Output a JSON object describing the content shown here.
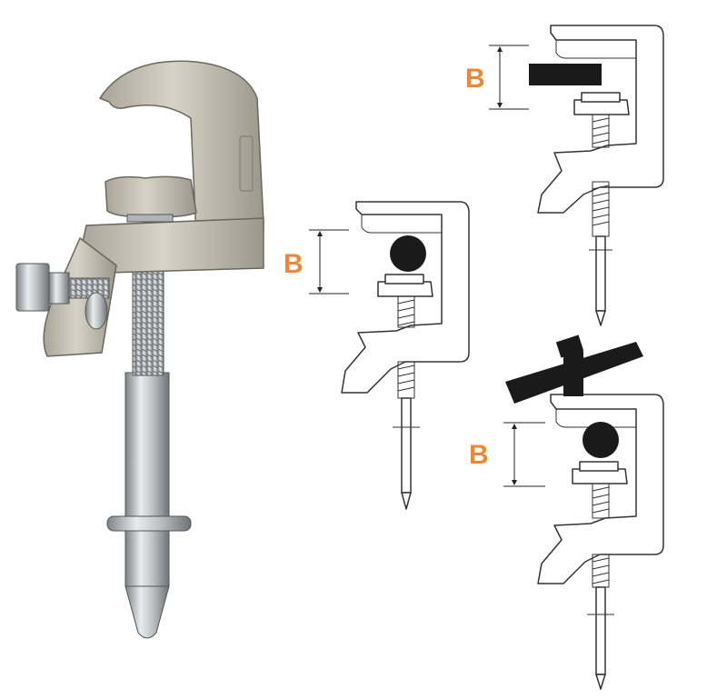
{
  "figure": {
    "accent_color": "#e8893a",
    "metal_color": "#c9c4b8",
    "dimension_label": "B",
    "photo": {
      "icons": [
        "clamp-photo-icon"
      ]
    },
    "variants": [
      {
        "id": "rectangular-tube",
        "dimension_label": "B",
        "profile": "rectangular-bar"
      },
      {
        "id": "round-pipe",
        "dimension_label": "B",
        "profile": "round-tube"
      },
      {
        "id": "round-pipe-with-cross-bar",
        "dimension_label": "B",
        "profile": "round-tube-and-bar"
      }
    ]
  }
}
